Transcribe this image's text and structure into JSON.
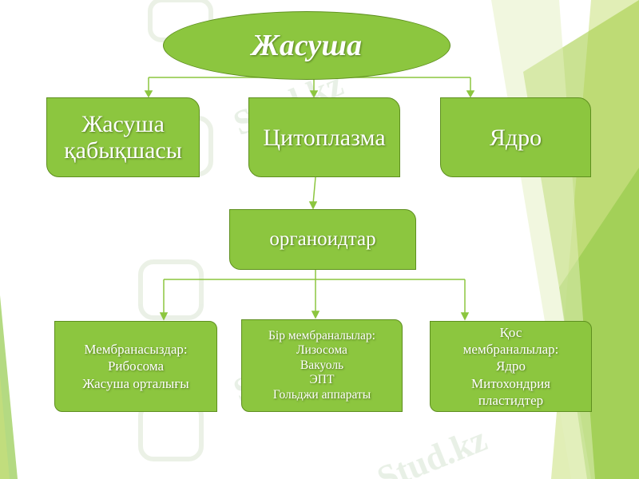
{
  "diagram": {
    "root": "Жасуша",
    "level1": [
      "Жасуша\nқабықшасы",
      "Цитоплазма",
      "Ядро"
    ],
    "organoids": "органоидтар",
    "groups": {
      "no_membrane": [
        "Мембранасыздар:",
        "Рибосома",
        "Жасуша орталығы"
      ],
      "one_membrane": [
        "Бір мембраналылар:",
        "Лизосома",
        "Вакуоль",
        "ЭПТ",
        "Гольджи аппараты"
      ],
      "two_membrane": [
        "Қос",
        "мембраналылар:",
        "Ядро",
        "Митохондрия",
        "пластидтер"
      ]
    }
  },
  "watermark": "Stud.kz",
  "colors": {
    "node_fill": "#8cc63f",
    "node_border": "#5e8f1f",
    "connector": "#8cc63f",
    "text": "#ffffff",
    "background": "#ffffff"
  }
}
